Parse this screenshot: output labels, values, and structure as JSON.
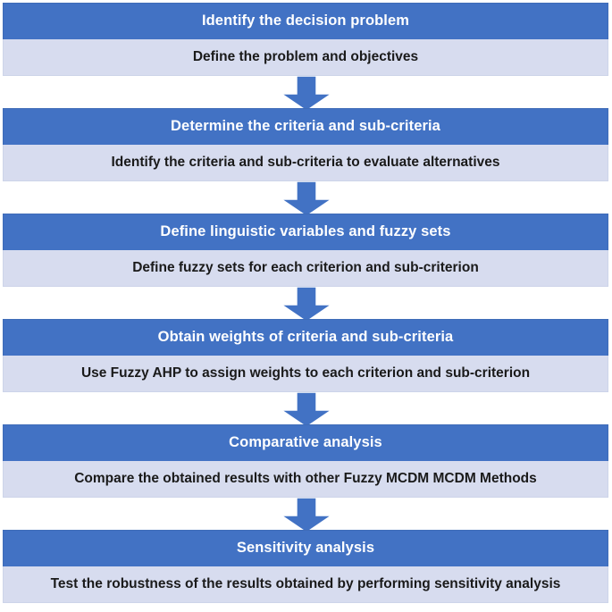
{
  "diagram": {
    "title": "Fuzzy MCDM methodology flowchart",
    "colors": {
      "header_blue": "#4272C4",
      "body_lavender": "#D7DCEF",
      "arrow_blue": "#4272C4",
      "header_text": "#FFFFFF",
      "body_text": "#1A1A1A",
      "page_background": "#FFFFFF"
    },
    "connector_icon": "down-arrow-icon",
    "connector_count": 5,
    "stages": [
      {
        "index": 1,
        "header": "Identify the decision problem",
        "body": "Define the problem and objectives"
      },
      {
        "index": 2,
        "header": "Determine the criteria and sub-criteria",
        "body": "Identify the criteria and sub-criteria to evaluate alternatives"
      },
      {
        "index": 3,
        "header": "Define linguistic variables and fuzzy sets",
        "body": "Define fuzzy sets for each criterion and sub-criterion"
      },
      {
        "index": 4,
        "header": "Obtain weights of criteria and sub-criteria",
        "body": "Use Fuzzy AHP to assign weights to each criterion and sub-criterion"
      },
      {
        "index": 5,
        "header": "Comparative analysis",
        "body": "Compare the obtained results with other Fuzzy MCDM MCDM Methods"
      },
      {
        "index": 6,
        "header": "Sensitivity analysis",
        "body": "Test the robustness of the results obtained by performing sensitivity analysis"
      }
    ]
  }
}
